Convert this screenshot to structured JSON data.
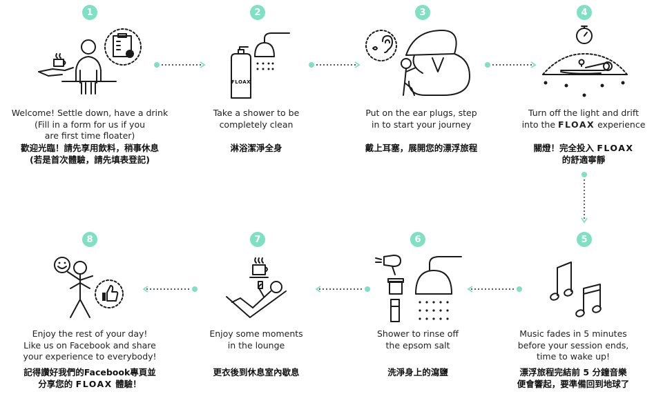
{
  "accent_color": "#7fe0c4",
  "steps": [
    {
      "num": "1",
      "icon": "reception-drink-form-icon",
      "en": [
        "Welcome! Settle down, have a drink",
        "(Fill in a form for us if you",
        "are first time floater)"
      ],
      "zh": [
        "歡迎光臨！請先享用飲料，稍事休息",
        "(若是首次體驗，請先填表登記)"
      ]
    },
    {
      "num": "2",
      "icon": "shower-soap-icon",
      "en": [
        "Take a shower to be",
        "completely clean"
      ],
      "zh": [
        "淋浴潔淨全身"
      ]
    },
    {
      "num": "3",
      "icon": "earplug-pod-icon",
      "en": [
        "Put on the ear plugs, step",
        "in to start your journey"
      ],
      "zh": [
        "戴上耳塞，展開您的漂浮旅程"
      ]
    },
    {
      "num": "4",
      "en_pre": "Turn off the light and drift",
      "en_line2_pre": "into the ",
      "brand": "FLOAX",
      "en_line2_post": " experience",
      "zh_line1_pre": "關燈！完全投入 ",
      "zh_line2": "的舒適寧靜",
      "icon": "timer-float-icon"
    },
    {
      "num": "5",
      "icon": "music-notes-icon",
      "en": [
        "Music fades in 5 minutes",
        "before your session ends,",
        "time to wake up!"
      ],
      "zh": [
        "漂浮旅程完結前 5 分鐘音樂",
        "便會響起，要準備回到地球了"
      ]
    },
    {
      "num": "6",
      "icon": "hairdryer-shower-icon",
      "en": [
        "Shower to rinse off",
        "the epsom salt"
      ],
      "zh": [
        "洗淨身上的瀉鹽"
      ]
    },
    {
      "num": "7",
      "icon": "lounge-coffee-icon",
      "en": [
        "Enjoy some moments",
        "in the lounge"
      ],
      "zh": [
        "更衣後到休息室內歇息"
      ]
    },
    {
      "num": "8",
      "icon": "happy-thumbs-up-icon",
      "en": [
        "Enjoy the rest of your day!",
        "Like us on Facebook and share",
        "your experience to everybody!"
      ],
      "zh_line1": "記得讚好我們的Facebook專頁並",
      "zh_line2_pre": "分享您的 ",
      "zh_line2_post": " 體驗！"
    }
  ],
  "bottle_label": "FLOAX"
}
